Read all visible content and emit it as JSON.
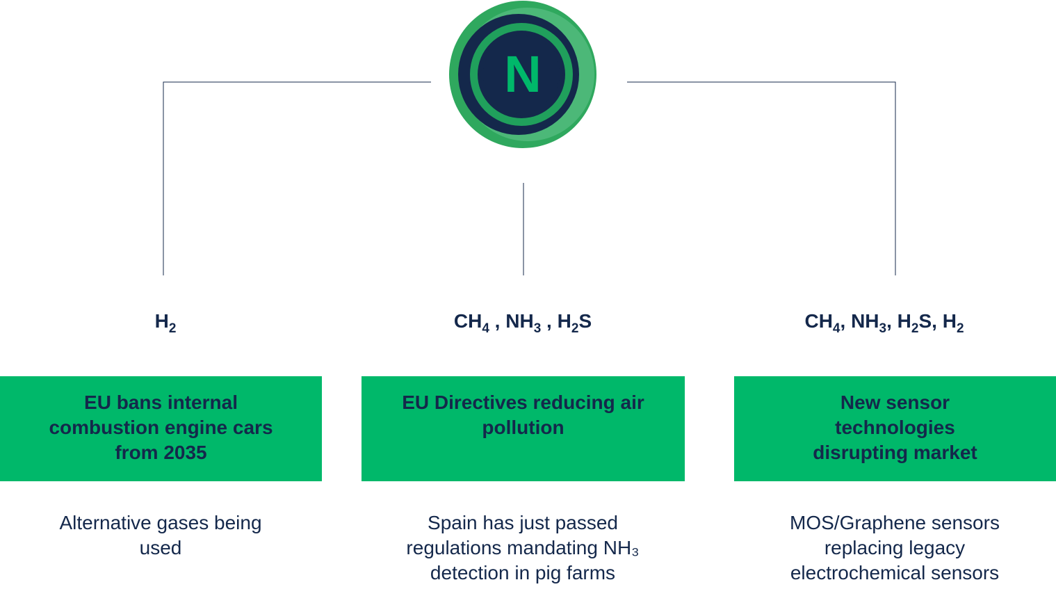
{
  "logo": {
    "letter": "N",
    "outer_color": "#2fa85e",
    "inner_color": "#14284b",
    "letter_color": "#00b86a"
  },
  "colors": {
    "box_fill": "#00b86a",
    "text": "#14284b",
    "line": "#14284b"
  },
  "columns": [
    {
      "gases": [
        {
          "base": "H",
          "sub": "2"
        }
      ],
      "box_title": "EU bans internal combustion engine cars from 2035",
      "description": "Alternative gases being used"
    },
    {
      "gases": [
        {
          "base": "CH",
          "sub": "4",
          "sep": " , "
        },
        {
          "base": "NH",
          "sub": "3",
          "sep": " , "
        },
        {
          "base": "H",
          "sub": "2",
          "tail": "S"
        }
      ],
      "box_title": "EU Directives reducing air pollution",
      "description": "Spain has just passed regulations mandating NH₃ detection in pig farms"
    },
    {
      "gases": [
        {
          "base": "CH",
          "sub": "4",
          "sep": ", "
        },
        {
          "base": "NH",
          "sub": "3",
          "sep": ", "
        },
        {
          "base": "H",
          "sub": "2",
          "tail": "S",
          "sep": ", "
        },
        {
          "base": "H",
          "sub": "2"
        }
      ],
      "box_title": "New sensor technologies disrupting market",
      "description": "MOS/Graphene sensors replacing legacy electrochemical sensors"
    }
  ]
}
